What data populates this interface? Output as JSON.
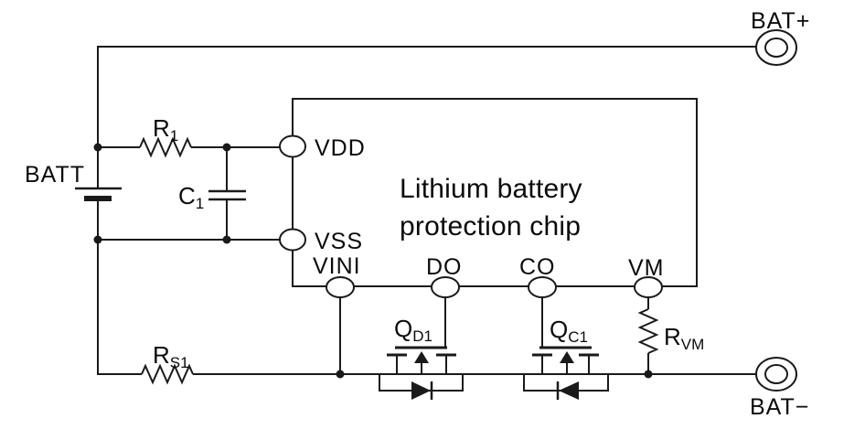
{
  "diagram": {
    "type": "circuit-schematic",
    "background_color": "#ffffff",
    "wire_color": "#1a1a1a",
    "chip": {
      "title_line1": "Lithium battery",
      "title_line2": "protection chip",
      "title_color": "#16364c",
      "pins": {
        "vdd": "VDD",
        "vss": "VSS",
        "vini": "VINI",
        "do": "DO",
        "co": "CO",
        "vm": "VM"
      }
    },
    "terminals": {
      "bat_plus": "BAT+",
      "bat_minus": "BAT−"
    },
    "battery": {
      "label": "BATT"
    },
    "components": {
      "r1": {
        "prefix": "R",
        "sub": "1"
      },
      "c1": {
        "prefix": "C",
        "sub": "1"
      },
      "rs1": {
        "prefix": "R",
        "sub": "S1"
      },
      "rvm": {
        "prefix": "R",
        "sub": "VM"
      },
      "qd1": {
        "prefix": "Q",
        "sub": "D1"
      },
      "qc1": {
        "prefix": "Q",
        "sub": "C1"
      }
    }
  }
}
